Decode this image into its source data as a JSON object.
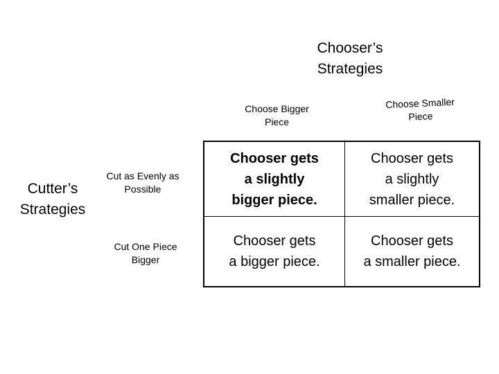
{
  "slide": {
    "title": "Chooser’s\nStrategies",
    "column_axis": {
      "headers": [
        {
          "label": "Choose Bigger\nPiece"
        },
        {
          "label": "Choose Smaller\nPiece"
        }
      ]
    },
    "row_axis": {
      "label": "Cutter’s\nStrategies",
      "headers": [
        {
          "label": "Cut as Evenly as\nPossible"
        },
        {
          "label": "Cut One Piece\nBigger"
        }
      ]
    },
    "matrix": {
      "rows": [
        {
          "cells": [
            {
              "text": "Chooser gets\na slightly\nbigger piece.",
              "emphasis": "bold"
            },
            {
              "text": "Chooser gets\na slightly\nsmaller piece.",
              "emphasis": "normal"
            }
          ]
        },
        {
          "cells": [
            {
              "text": "Chooser gets\na bigger piece.",
              "emphasis": "normal"
            },
            {
              "text": "Chooser gets\na smaller piece.",
              "emphasis": "normal"
            }
          ]
        }
      ]
    },
    "colors": {
      "background": "#ffffff",
      "text": "#000000",
      "table_border": "#000000"
    }
  }
}
